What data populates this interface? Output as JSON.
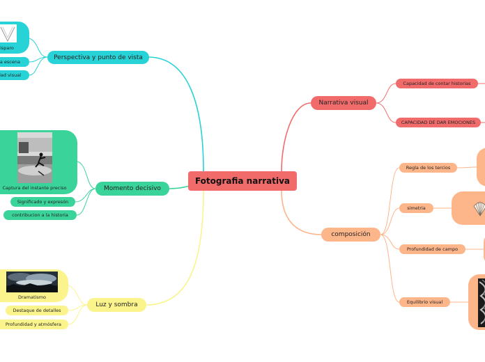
{
  "central": {
    "title": "Fotografia narrativa"
  },
  "branches": {
    "perspectiva": {
      "label": "Perspectiva y punto de vista",
      "children": [
        "isparo",
        "a escena",
        "dad visual"
      ]
    },
    "momento": {
      "label": "Momento decisivo",
      "children": [
        "Captura del instante preciso",
        "Significado y expresón",
        "contribucion a la historia"
      ]
    },
    "luz": {
      "label": "Luz y sombra",
      "children": [
        "Dramatismo",
        "Destaque de detalles",
        "Profundidad y atmósfera"
      ]
    },
    "narrativa": {
      "label": "Narrativa visual",
      "children": [
        "Capacidad de contar historias",
        "CAPACIDAD DE DAR EMOCIONES"
      ]
    },
    "composicion": {
      "label": "composición",
      "children": [
        "Regla de los tercios",
        "simetria",
        "Profundidad de campo",
        "Equilibrio visual"
      ]
    }
  },
  "colors": {
    "central": "#f26b6b",
    "perspectiva": "#27d3d6",
    "momento": "#3ad49b",
    "luz": "#fbf48d",
    "narrativa": "#f26b6b",
    "composicion": "#fdb58a"
  },
  "icons": [
    "triangle-thumbnail-icon",
    "street-photo-thumbnail",
    "dramatic-sky-thumbnail",
    "shell-icon",
    "spiral-thumbnail"
  ]
}
